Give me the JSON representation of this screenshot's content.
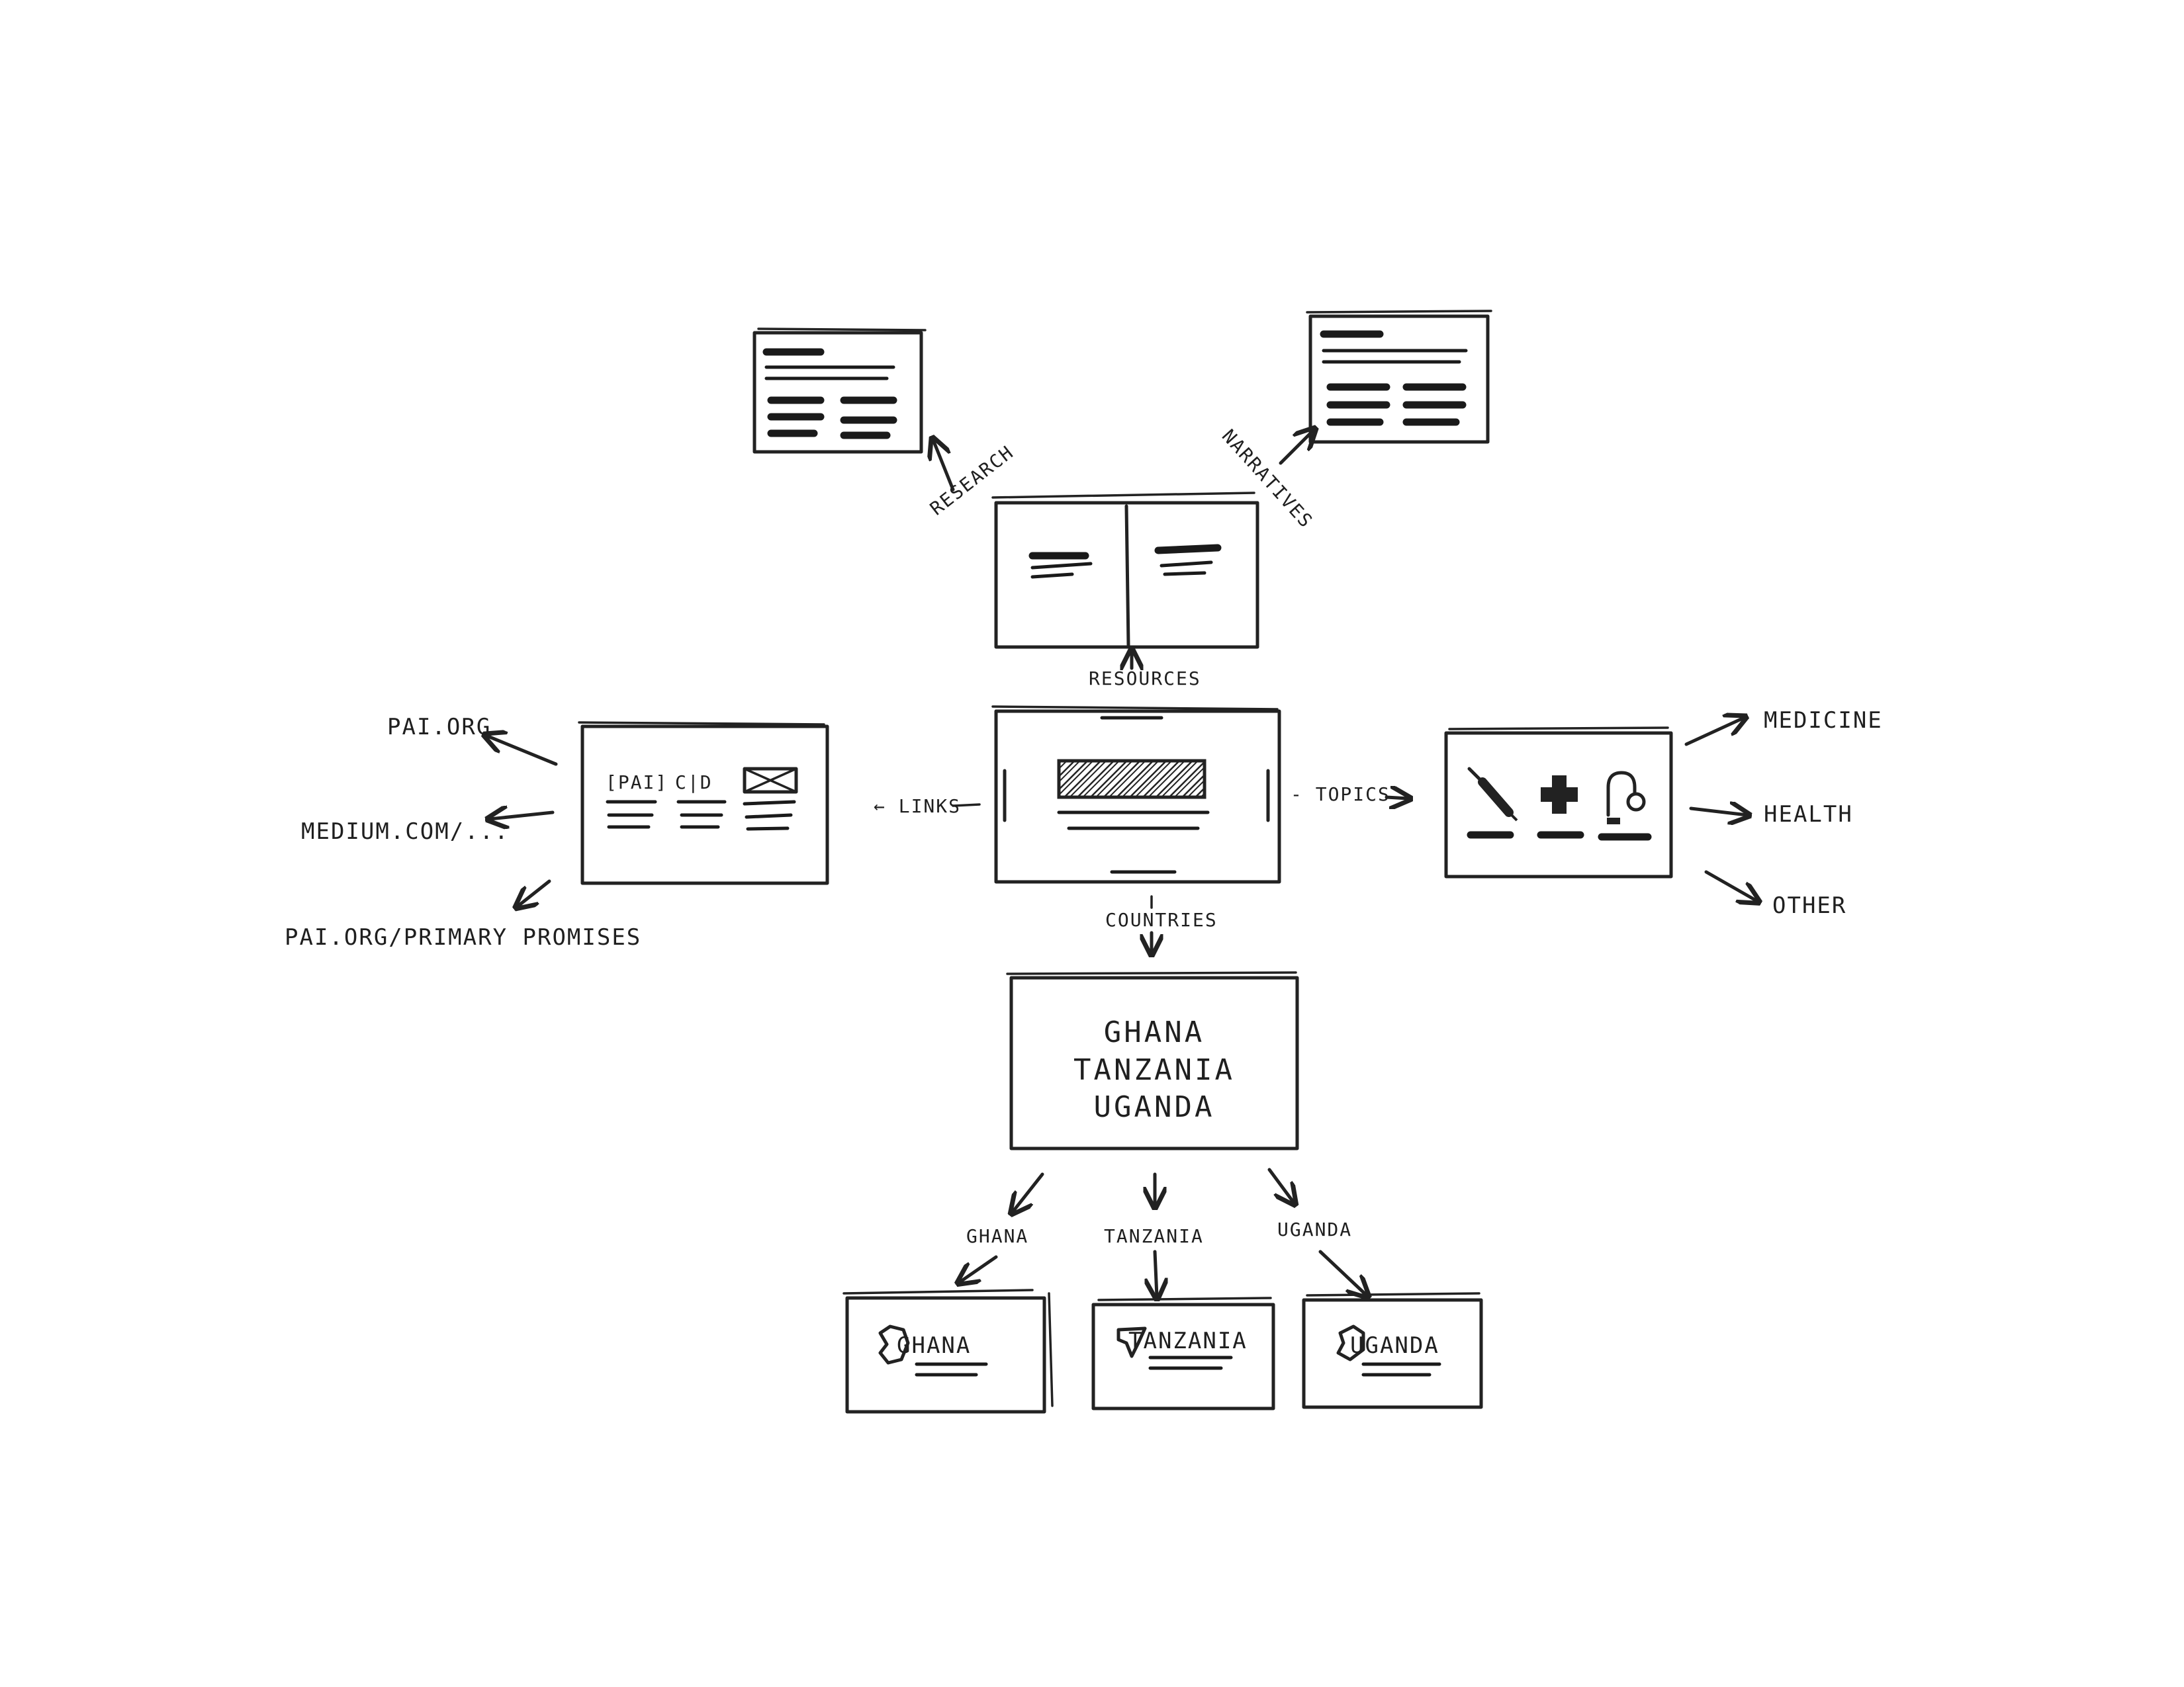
{
  "research_label": "RESEARCH",
  "narratives_label": "NARRATIVES",
  "resources_label": "RESOURCES",
  "links_label": "← LINKS",
  "topics_label": "- TOPICS",
  "countries_label": "COUNTRIES",
  "links_page": {
    "items": [
      "[PAI]",
      "C|D"
    ],
    "image_placeholder": "image-placeholder-icon"
  },
  "link_targets": [
    "PAI.ORG",
    "MEDIUM.COM/...",
    "PAI.ORG/PRIMARY PROMISES"
  ],
  "topics_page": {
    "icons": [
      "syringe-icon",
      "medical-cross-icon",
      "stethoscope-icon"
    ]
  },
  "topic_targets": [
    "MEDICINE",
    "HEALTH",
    "OTHER"
  ],
  "countries_box": [
    "GHANA",
    "TANZANIA",
    "UGANDA"
  ],
  "country_branches": [
    "GHANA",
    "TANZANIA",
    "UGANDA"
  ],
  "country_cards": [
    {
      "name": "GHANA",
      "icon": "ghana-map-icon"
    },
    {
      "name": "TANZANIA",
      "icon": "tanzania-map-icon"
    },
    {
      "name": "UGANDA",
      "icon": "uganda-map-icon"
    }
  ]
}
